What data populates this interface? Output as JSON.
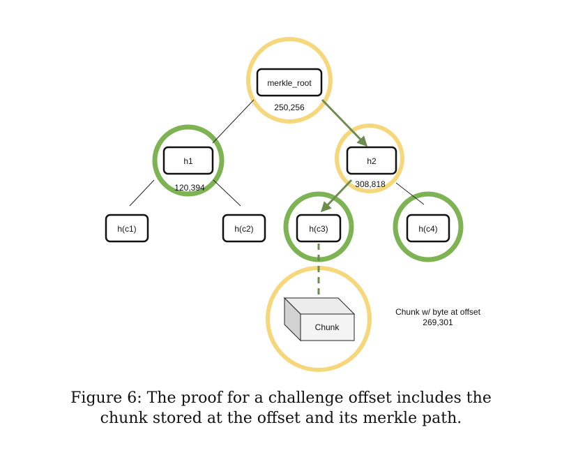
{
  "nodes": {
    "root": {
      "label": "merkle_root",
      "value": "250,256"
    },
    "h1": {
      "label": "h1",
      "value": "120,394"
    },
    "h2": {
      "label": "h2",
      "value": "308,818"
    },
    "c1": {
      "label": "h(c1)"
    },
    "c2": {
      "label": "h(c2)"
    },
    "c3": {
      "label": "h(c3)"
    },
    "c4": {
      "label": "h(c4)"
    },
    "chunk": {
      "label": "Chunk"
    }
  },
  "annotation": {
    "line1": "Chunk w/ byte at offset",
    "line2": "269,301"
  },
  "caption": {
    "line1": "Figure 6: The proof for a challenge offset includes the",
    "line2": "chunk stored at the offset and its merkle path."
  },
  "colors": {
    "yellow_ring": "#F6D77B",
    "green_ring": "#7DB352",
    "path_arrow": "#6E8C4F"
  }
}
